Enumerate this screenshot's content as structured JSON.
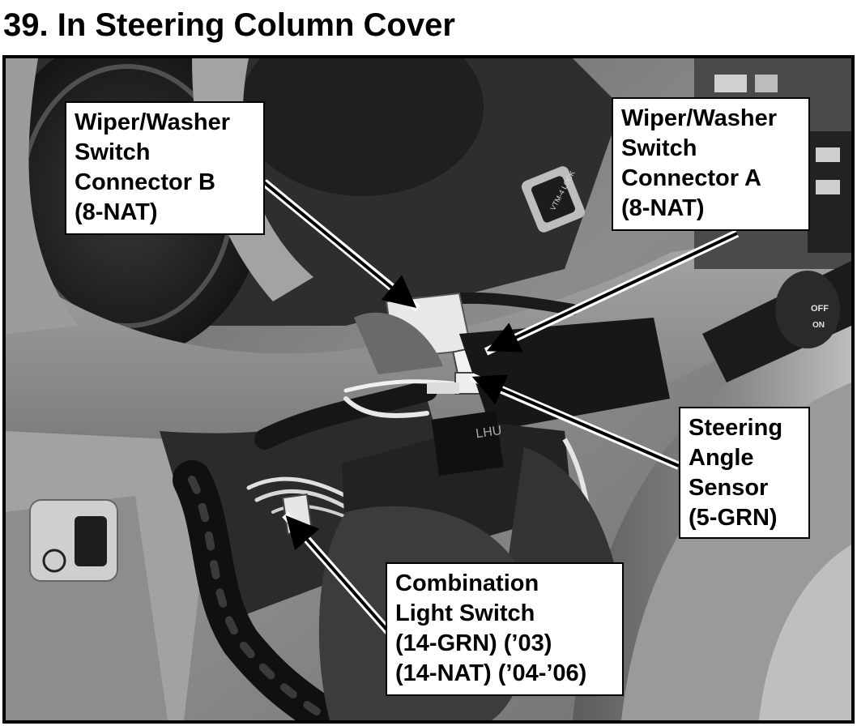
{
  "title": "39. In Steering Column Cover",
  "callouts": {
    "connector_b": {
      "lines": [
        "Wiper/Washer",
        "Switch",
        "Connector B",
        "(8-NAT)"
      ]
    },
    "connector_a": {
      "lines": [
        "Wiper/Washer",
        "Switch",
        "Connector A",
        "(8-NAT)"
      ]
    },
    "angle_sensor": {
      "lines": [
        "Steering",
        "Angle",
        "Sensor",
        "(5-GRN)"
      ]
    },
    "light_switch": {
      "lines": [
        "Combination",
        "Light Switch",
        "(14-GRN) (’03)",
        "(14-NAT) (’04-’06)"
      ]
    }
  },
  "photo_labels": {
    "vtm_button": "VTM-4 LOCK",
    "stalk_off": "OFF",
    "stalk_on": "ON",
    "display_digits": "LHU"
  }
}
